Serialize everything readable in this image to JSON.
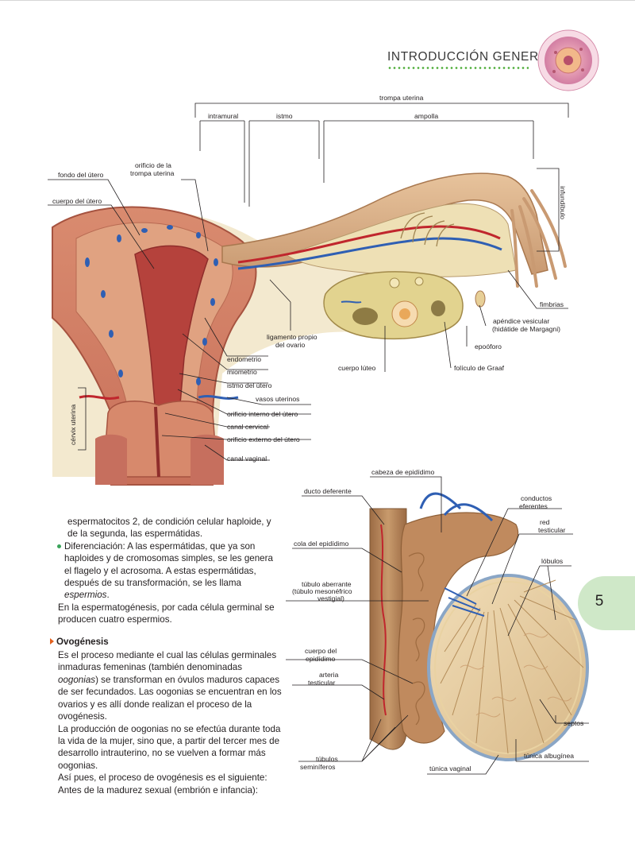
{
  "header": {
    "section_title": "INTRODUCCIÓN GENERAL"
  },
  "chapter_tab": {
    "number": "5"
  },
  "colors": {
    "accent_green": "#4fae3a",
    "tab_green": "#cfe8c8",
    "subhead_marker": "#e2601e"
  },
  "figure_female": {
    "labels": {
      "trompa": "trompa uterina",
      "intramural": "intramural",
      "istmo": "istmo",
      "ampolla": "ampolla",
      "infundibulo": "infundíbulo",
      "orificio_trompa_1": "orificio de la",
      "orificio_trompa_2": "trompa uterina",
      "fondo_utero": "fondo del útero",
      "cuerpo_utero": "cuerpo del útero",
      "fimbrias": "fimbrias",
      "apendice_1": "apéndice vesicular",
      "apendice_2": "(hidátide de Margagni)",
      "ligamento_1": "ligamento propio",
      "ligamento_2": "del ovario",
      "epooforo": "epoóforo",
      "cuerpo_luteo": "cuerpo lúteo",
      "foliculo": "folículo de Graaf",
      "endometrio": "endometrio",
      "miometrio": "miometrio",
      "istmo_utero": "istmo del útero",
      "vasos_uterinos": "vasos uterinos",
      "orificio_interno": "orificio interno del útero",
      "canal_cervical": "canal cervical",
      "orificio_externo": "orificio externo del útero",
      "canal_vaginal": "canal vaginal",
      "cervix": "cérvix uterina"
    }
  },
  "figure_male": {
    "labels": {
      "cabeza_epididimo": "cabeza de epidídimo",
      "ducto_deferente": "ducto deferente",
      "conductos_1": "conductos",
      "conductos_2": "eferentes",
      "red_1": "red",
      "red_2": "testicular",
      "cola_epididimo": "cola del epidídimo",
      "lobulos": "lóbulos",
      "aberrante_1": "túbulo aberrante",
      "aberrante_2": "(túbulo mesonéfrico",
      "aberrante_3": "vestigial)",
      "cuerpo_epi_1": "cuerpo del",
      "cuerpo_epi_2": "epidídimo",
      "arteria_1": "arteria",
      "arteria_2": "testicular",
      "septos": "septos",
      "tubulos_1": "túbulos",
      "tubulos_2": "seminíferos",
      "tunica_vaginal": "túnica vaginal",
      "tunica_albuginea": "túnica albugínea"
    }
  },
  "body": {
    "p1": "espermatocitos 2, de condición celular haploide, y de la segunda, las espermátidas.",
    "bullet": "Diferenciación: A las espermátidas, que ya son haploides y de cromosomas simples, se les genera el flagelo y el acrosoma. A estas espermátidas, después de su transformación, se les llama",
    "bullet_em": "espermios",
    "bullet_end": ".",
    "p2": "En la espermatogénesis, por cada célula germinal se producen cuatro espermios.",
    "subhead": "Ovogénesis",
    "p3a": "Es el proceso mediante el cual las células germinales inmaduras femeninas (también denominadas",
    "p3_em": "oogonias",
    "p3b": ") se transforman en óvulos maduros capaces de ser fecundados. Las oogonias se encuentran en los ovarios y es allí donde realizan el proceso de la ovogénesis.",
    "p4": "La producción de oogonias no se efectúa durante toda la vida de la mujer, sino que, a partir del tercer mes de desarrollo intrauterino, no se vuelven a formar más oogonias.",
    "p5": "Así pues, el proceso de ovogénesis es el siguiente:",
    "p6": "Antes de la madurez sexual (embrión e infancia):"
  }
}
